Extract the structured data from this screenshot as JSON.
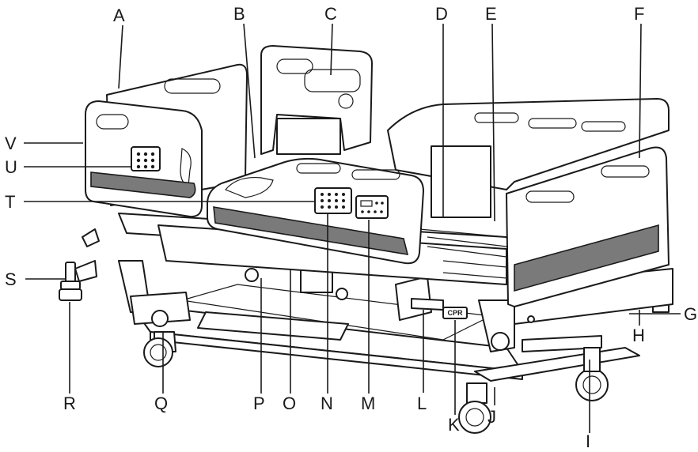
{
  "labels": {
    "A": "A",
    "B": "B",
    "C": "C",
    "D": "D",
    "E": "E",
    "F": "F",
    "G": "G",
    "H": "H",
    "I": "I",
    "J": "J",
    "K": "K",
    "L": "L",
    "M": "M",
    "N": "N",
    "O": "O",
    "P": "P",
    "Q": "Q",
    "R": "R",
    "S": "S",
    "T": "T",
    "U": "U",
    "V": "V"
  },
  "cpr_label": "CPR"
}
